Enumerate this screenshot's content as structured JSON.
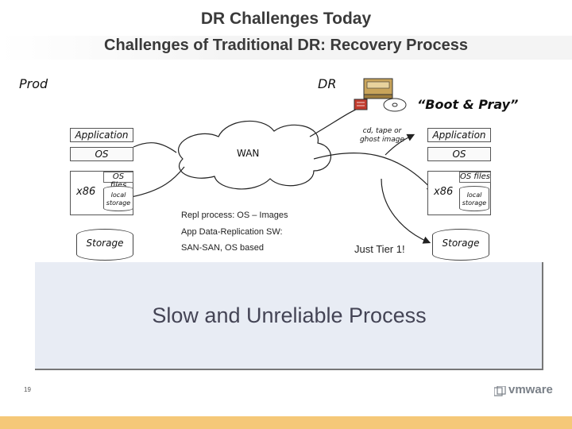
{
  "title": {
    "line1": "DR Challenges Today",
    "line2": "Challenges of Traditional DR: Recovery Process"
  },
  "prod": {
    "label": "Prod",
    "application": "Application",
    "os": "OS",
    "x86": "x86",
    "os_files": "OS files",
    "local_storage": "local storage",
    "storage": "Storage"
  },
  "dr": {
    "label": "DR",
    "boot_pray": "“Boot & Pray”",
    "media": "cd, tape or ghost image",
    "application": "Application",
    "os": "OS",
    "x86": "x86",
    "os_files": "OS files",
    "local_storage": "local storage",
    "storage": "Storage",
    "just_tier": "Just Tier 1!"
  },
  "network": {
    "wan": "WAN",
    "repl": "Repl process: OS – Images",
    "app_repl": "App Data-Replication SW:",
    "san": "SAN-SAN, OS based"
  },
  "summary": "Slow and Unreliable Process",
  "footer": {
    "page": "19",
    "brand": "vmware"
  },
  "colors": {
    "summary_bg": "#e8ecf4",
    "footer_bar": "#f5c878"
  }
}
